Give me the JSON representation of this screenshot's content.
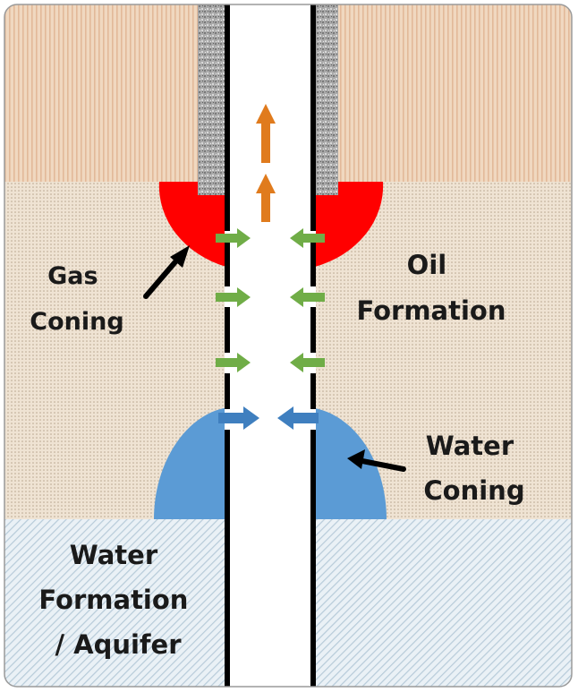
{
  "labels": {
    "gas_coning": [
      "Gas",
      "Coning"
    ],
    "oil_formation": [
      "Oil",
      "Formation"
    ],
    "water_coning": [
      "Water",
      "Coning"
    ],
    "water_formation": [
      "Water",
      "Formation",
      "/ Aquifer"
    ]
  },
  "colors": {
    "gas_zone": "#f0d8c0",
    "gas_stripe": "#e2b999",
    "oil_zone": "#efe3d3",
    "oil_dot": "#b9a68f",
    "water_zone": "#eaf1f6",
    "water_stripe": "#b7cbd9",
    "gas_cone": "#ff0000",
    "water_cone": "#5b9bd5",
    "oil_flow_arrow": "#70ad47",
    "water_flow_arrow": "#3f7fbf",
    "gas_flow_arrow": "#e07b1d",
    "casing": "#000000",
    "cement": "#a9a9a9"
  },
  "icons": {
    "flow_up": "orange-up-arrow-icon",
    "oil_inflow": "green-arrow-icon",
    "water_inflow": "blue-arrow-icon",
    "pointer": "black-pointer-arrow-icon"
  }
}
